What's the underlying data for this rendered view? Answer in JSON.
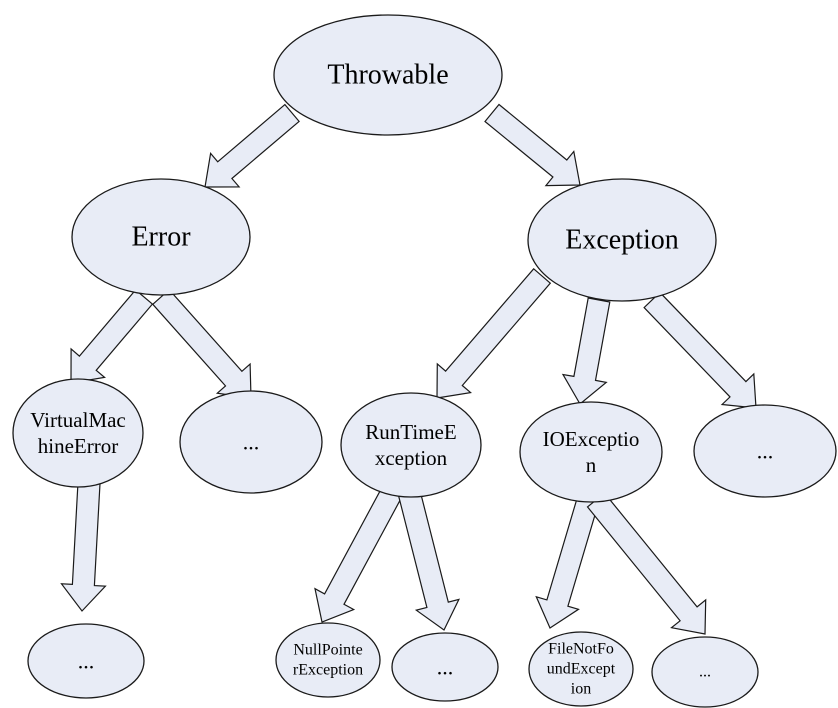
{
  "colors": {
    "node_fill": "#e8ecf6",
    "node_stroke": "#1a1a1a",
    "arrow_fill": "#e8ecf6",
    "arrow_stroke": "#1a1a1a",
    "text": "#000000",
    "background": "#ffffff"
  },
  "nodes": {
    "throwable": {
      "lines": [
        "Throwable"
      ]
    },
    "error": {
      "lines": [
        "Error"
      ]
    },
    "exception": {
      "lines": [
        "Exception"
      ]
    },
    "vm_error": {
      "lines": [
        "VirtualMac",
        "hineError"
      ]
    },
    "error_more": {
      "lines": [
        "..."
      ]
    },
    "runtime_exception": {
      "lines": [
        "RunTimeE",
        "xception"
      ]
    },
    "io_exception": {
      "lines": [
        "IOExceptio",
        "n"
      ]
    },
    "exception_more": {
      "lines": [
        "..."
      ]
    },
    "vm_error_more": {
      "lines": [
        "..."
      ]
    },
    "null_pointer": {
      "lines": [
        "NullPointe",
        "rException"
      ]
    },
    "runtime_more": {
      "lines": [
        "..."
      ]
    },
    "file_not_found": {
      "lines": [
        "FileNotFo",
        "undExcept",
        "ion"
      ]
    },
    "io_more": {
      "lines": [
        "..."
      ]
    }
  },
  "edges": [
    {
      "from": "throwable",
      "to": "error"
    },
    {
      "from": "throwable",
      "to": "exception"
    },
    {
      "from": "error",
      "to": "vm_error"
    },
    {
      "from": "error",
      "to": "error_more"
    },
    {
      "from": "exception",
      "to": "runtime_exception"
    },
    {
      "from": "exception",
      "to": "io_exception"
    },
    {
      "from": "exception",
      "to": "exception_more"
    },
    {
      "from": "vm_error",
      "to": "vm_error_more"
    },
    {
      "from": "runtime_exception",
      "to": "null_pointer"
    },
    {
      "from": "runtime_exception",
      "to": "runtime_more"
    },
    {
      "from": "io_exception",
      "to": "file_not_found"
    },
    {
      "from": "io_exception",
      "to": "io_more"
    }
  ]
}
